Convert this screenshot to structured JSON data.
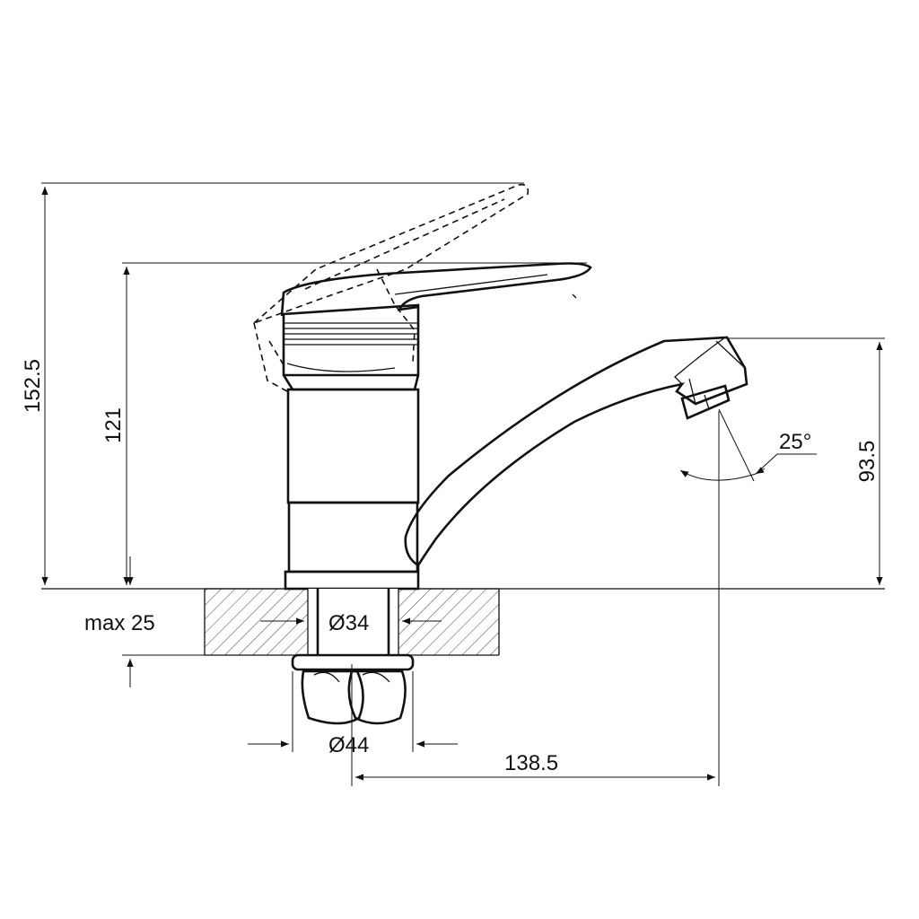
{
  "dimensions": {
    "total_height": "152.5",
    "body_height": "121",
    "spout_height": "93.5",
    "countertop_thickness": "max 25",
    "stud_diameter": "Ø34",
    "nut_diameter": "Ø44",
    "spout_reach": "138.5",
    "swivel_angle": "25°"
  }
}
